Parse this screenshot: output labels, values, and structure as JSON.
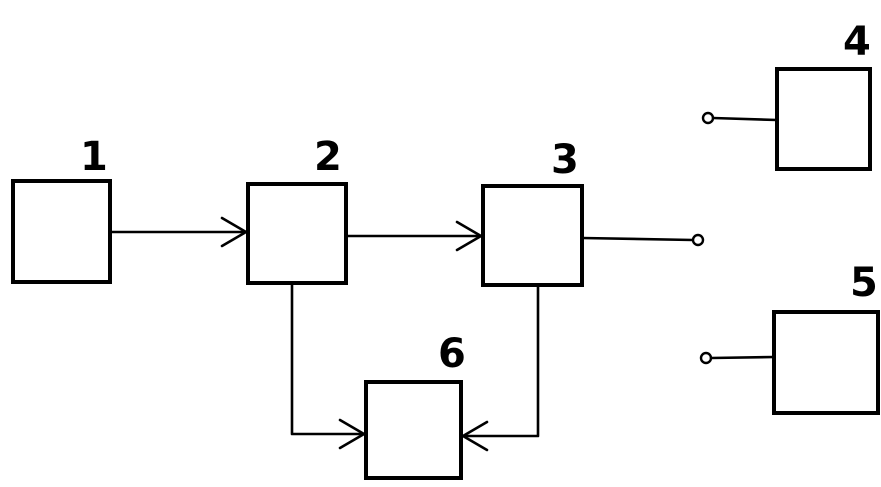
{
  "diagram": {
    "blocks": [
      {
        "id": "1",
        "label": "1"
      },
      {
        "id": "2",
        "label": "2"
      },
      {
        "id": "3",
        "label": "3"
      },
      {
        "id": "4",
        "label": "4"
      },
      {
        "id": "5",
        "label": "5"
      },
      {
        "id": "6",
        "label": "6"
      }
    ],
    "connections": [
      {
        "from": "1",
        "to": "2",
        "arrow": true
      },
      {
        "from": "2",
        "to": "3",
        "arrow": true
      },
      {
        "from": "2",
        "to": "6",
        "arrow": true
      },
      {
        "from": "3",
        "to": "6",
        "arrow": true
      },
      {
        "from": "3",
        "to": "output-terminal",
        "arrow": false
      },
      {
        "from": "input-terminal-4",
        "to": "4",
        "arrow": false
      },
      {
        "from": "input-terminal-5",
        "to": "5",
        "arrow": false
      }
    ]
  }
}
